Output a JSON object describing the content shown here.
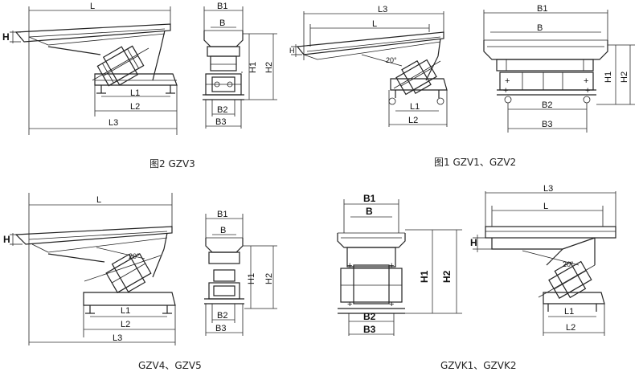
{
  "labels": {
    "L": "L",
    "L1": "L1",
    "L2": "L2",
    "L3": "L3",
    "B": "B",
    "B1": "B1",
    "B2": "B2",
    "B3": "B3",
    "H": "H",
    "H1": "H1",
    "H2": "H2",
    "angle": "20°"
  },
  "captions": {
    "fig2": "图2  GZV3",
    "fig1": "图1  GZV1、GZV2",
    "gzv45": "GZV4、GZV5",
    "gzvk": "GZVK1、GZVK2"
  }
}
